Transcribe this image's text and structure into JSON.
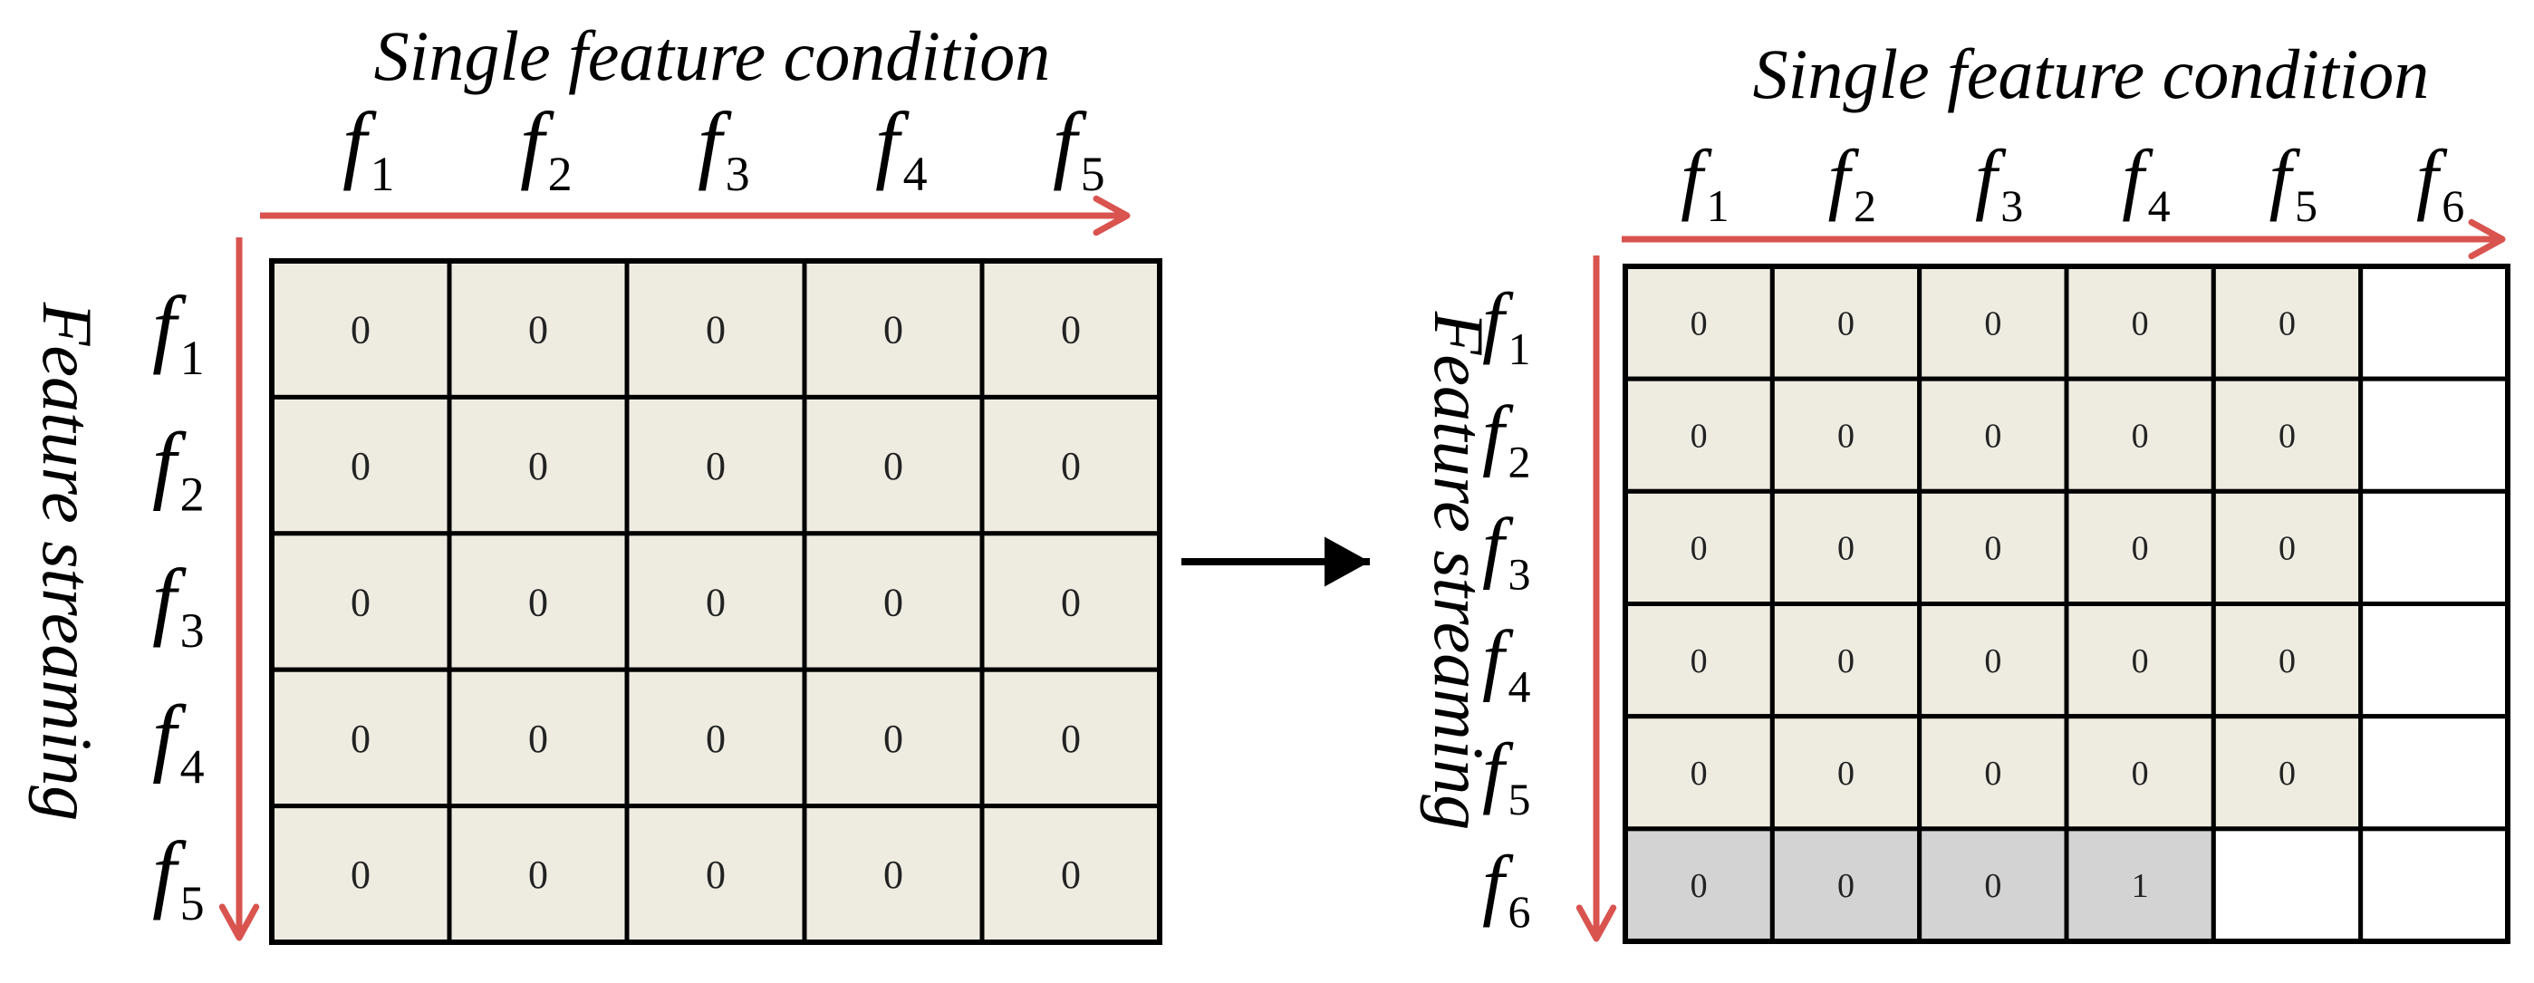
{
  "colors": {
    "axis_arrow": "#d9534f",
    "filled_cell": "#eeece1",
    "new_row_cell": "#d3d3d3",
    "empty_cell": "#ffffff",
    "grid_line": "#000000",
    "transition_arrow": "#000000"
  },
  "left_matrix": {
    "top_title": "Single feature condition",
    "side_title": "Feature streaming",
    "col_labels": [
      {
        "base": "f",
        "sub": "1"
      },
      {
        "base": "f",
        "sub": "2"
      },
      {
        "base": "f",
        "sub": "3"
      },
      {
        "base": "f",
        "sub": "4"
      },
      {
        "base": "f",
        "sub": "5"
      }
    ],
    "row_labels": [
      {
        "base": "f",
        "sub": "1"
      },
      {
        "base": "f",
        "sub": "2"
      },
      {
        "base": "f",
        "sub": "3"
      },
      {
        "base": "f",
        "sub": "4"
      },
      {
        "base": "f",
        "sub": "5"
      }
    ],
    "cells": [
      [
        "0",
        "0",
        "0",
        "0",
        "0"
      ],
      [
        "0",
        "0",
        "0",
        "0",
        "0"
      ],
      [
        "0",
        "0",
        "0",
        "0",
        "0"
      ],
      [
        "0",
        "0",
        "0",
        "0",
        "0"
      ],
      [
        "0",
        "0",
        "0",
        "0",
        "0"
      ]
    ]
  },
  "right_matrix": {
    "top_title": "Single feature condition",
    "side_title": "Feature streaming",
    "col_labels": [
      {
        "base": "f",
        "sub": "1"
      },
      {
        "base": "f",
        "sub": "2"
      },
      {
        "base": "f",
        "sub": "3"
      },
      {
        "base": "f",
        "sub": "4"
      },
      {
        "base": "f",
        "sub": "5"
      },
      {
        "base": "f",
        "sub": "6"
      }
    ],
    "row_labels": [
      {
        "base": "f",
        "sub": "1"
      },
      {
        "base": "f",
        "sub": "2"
      },
      {
        "base": "f",
        "sub": "3"
      },
      {
        "base": "f",
        "sub": "4"
      },
      {
        "base": "f",
        "sub": "5"
      },
      {
        "base": "f",
        "sub": "6"
      }
    ],
    "cells": [
      [
        "0",
        "0",
        "0",
        "0",
        "0",
        ""
      ],
      [
        "0",
        "0",
        "0",
        "0",
        "0",
        ""
      ],
      [
        "0",
        "0",
        "0",
        "0",
        "0",
        ""
      ],
      [
        "0",
        "0",
        "0",
        "0",
        "0",
        ""
      ],
      [
        "0",
        "0",
        "0",
        "0",
        "0",
        ""
      ],
      [
        "0",
        "0",
        "0",
        "1",
        "",
        ""
      ]
    ],
    "cell_states": [
      [
        "filled",
        "filled",
        "filled",
        "filled",
        "filled",
        "empty"
      ],
      [
        "filled",
        "filled",
        "filled",
        "filled",
        "filled",
        "empty"
      ],
      [
        "filled",
        "filled",
        "filled",
        "filled",
        "filled",
        "empty"
      ],
      [
        "filled",
        "filled",
        "filled",
        "filled",
        "filled",
        "empty"
      ],
      [
        "filled",
        "filled",
        "filled",
        "filled",
        "filled",
        "empty"
      ],
      [
        "new",
        "new",
        "new",
        "new",
        "empty",
        "empty"
      ]
    ]
  }
}
